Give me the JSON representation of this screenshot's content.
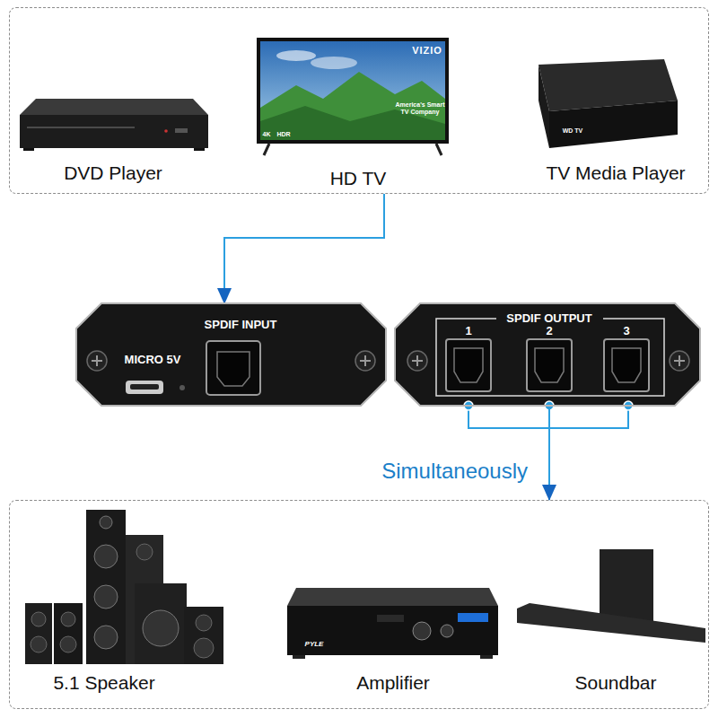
{
  "diagram": {
    "nodes": [
      {
        "text": [
          "DVD Player",
          "HD TV",
          "TV Media Player"
        ]
      },
      {
        "text": [
          "SPDIF INPUT",
          "MICRO 5V"
        ]
      },
      {
        "text": [
          "SPDIF OUTPUT",
          "1",
          "2",
          "3"
        ]
      },
      {
        "text": [
          "5.1 Speaker",
          "Amplifier",
          "Soundbar"
        ]
      }
    ],
    "edges": [
      {
        "from": 0,
        "to": 1,
        "arrow": "to"
      },
      {
        "from": 2,
        "to": 3,
        "arrow": "to",
        "label": "Simultaneously"
      }
    ],
    "labels": [
      "VIZIO",
      "America's Smart TV Company",
      "4K",
      "HDR",
      "WD TV",
      "PYLE"
    ]
  }
}
